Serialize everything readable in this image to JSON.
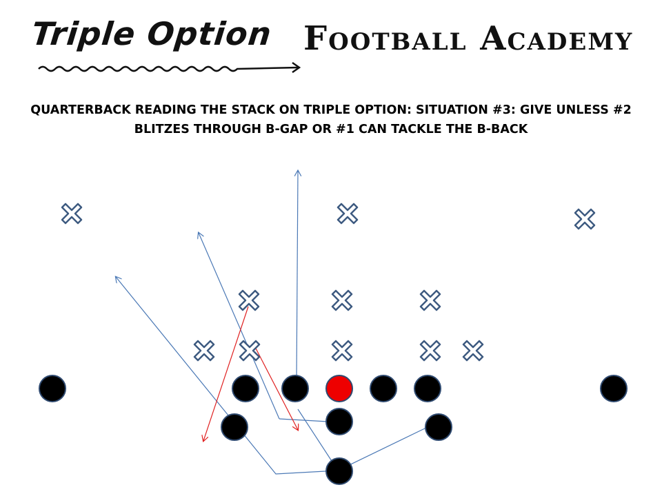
{
  "logo": {
    "script_text": "Triple Option",
    "block_text": "Football Academy"
  },
  "title": {
    "line1": "QUARTERBACK READING THE STACK ON TRIPLE OPTION: SITUATION #3: GIVE UNLESS #2",
    "line2": "BLITZES THROUGH B-GAP OR #1 CAN TACKLE THE B-BACK"
  },
  "colors": {
    "offense": "#000000",
    "center": "#ee0000",
    "defense_outline": "#3d5a80",
    "route": "#4a78b5",
    "defender_path": "#e02020"
  },
  "icons": {
    "offense_player": "filled-circle",
    "defense_player": "x-mark"
  }
}
